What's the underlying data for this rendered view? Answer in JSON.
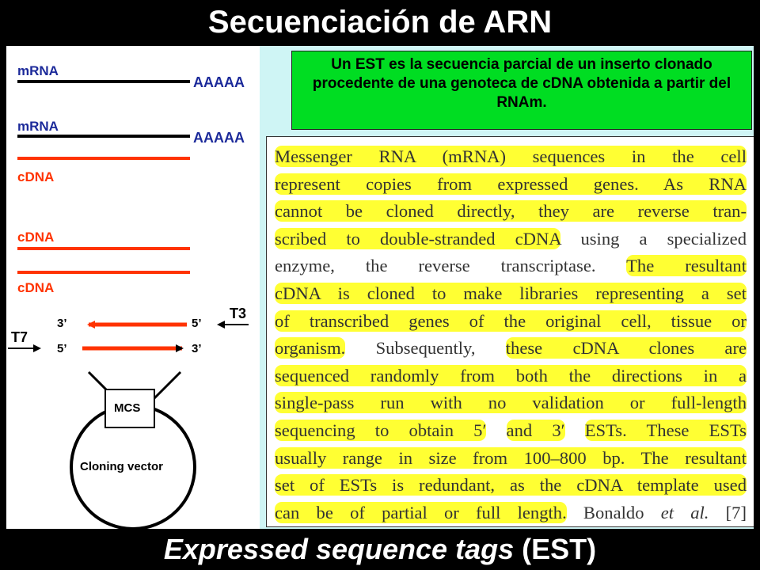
{
  "slide": {
    "title": "Secuenciación de ARN",
    "footer_italic": "Expressed sequence tags",
    "footer_rest": " (EST)"
  },
  "colors": {
    "background": "#000000",
    "panel": "#ffffff",
    "panel_tint": "#cff5f5",
    "green_box": "#00dd22",
    "highlight": "#ffff33",
    "label_blue": "#1c2a9a",
    "label_red": "#ff3300",
    "strand_red": "#ff3300"
  },
  "diagram": {
    "mrna_label_1": "mRNA",
    "polya_1": "AAAAA",
    "mrna_label_2": "mRNA",
    "polya_2": "AAAAA",
    "cdna_label_1": "cDNA",
    "cdna_label_2": "cDNA",
    "cdna_label_3": "cDNA",
    "t3_label": "T3",
    "t7_label": "T7",
    "top_arrow_left": "3’",
    "top_arrow_right": "5’",
    "bottom_arrow_left": "5’",
    "bottom_arrow_right": "3’",
    "mcs_label": "MCS",
    "vector_label": "Cloning vector"
  },
  "green_box": {
    "text": "Un EST es la secuencia parcial de un inserto clonado procedente de una genoteca de cDNA obtenida a partir del RNAm."
  },
  "paper": {
    "lines": [
      [
        {
          "t": "Messenger RNA (mRNA) sequences in the cell",
          "h": true
        }
      ],
      [
        {
          "t": "represent copies from expressed genes. As RNA",
          "h": true
        }
      ],
      [
        {
          "t": "cannot be cloned directly, they are reverse tran-",
          "h": true
        }
      ],
      [
        {
          "t": "scribed to double-stranded cDNA",
          "h": true
        },
        {
          "t": " using a specialized",
          "h": false
        }
      ],
      [
        {
          "t": "enzyme, the reverse transcriptase. ",
          "h": false
        },
        {
          "t": "The resultant",
          "h": true
        }
      ],
      [
        {
          "t": "cDNA is cloned to make libraries representing a set",
          "h": true
        }
      ],
      [
        {
          "t": "of transcribed genes of the original cell, tissue or",
          "h": true
        }
      ],
      [
        {
          "t": "organism.",
          "h": true
        },
        {
          "t": " Subsequently, ",
          "h": false
        },
        {
          "t": "these cDNA clones are",
          "h": true
        }
      ],
      [
        {
          "t": "sequenced randomly from both the directions in a",
          "h": true
        }
      ],
      [
        {
          "t": "single-pass run with no validation or full-length",
          "h": true
        }
      ],
      [
        {
          "t": "sequencing to obtain 5′",
          "h": true
        },
        {
          "t": " ",
          "h": false
        },
        {
          "t": "and 3′",
          "h": true
        },
        {
          "t": " ",
          "h": false
        },
        {
          "t": "ESTs. These ESTs",
          "h": true
        }
      ],
      [
        {
          "t": "usually range in size from 100–800 bp. The resultant",
          "h": true
        }
      ],
      [
        {
          "t": "set of ESTs is redundant, as the cDNA template used",
          "h": true
        }
      ],
      [
        {
          "t": "can be of partial or full length.",
          "h": true
        },
        {
          "t": " Bonaldo ",
          "h": false
        },
        {
          "t": "et al.",
          "h": false,
          "i": true
        },
        {
          "t": " [7]",
          "h": false
        }
      ]
    ]
  }
}
